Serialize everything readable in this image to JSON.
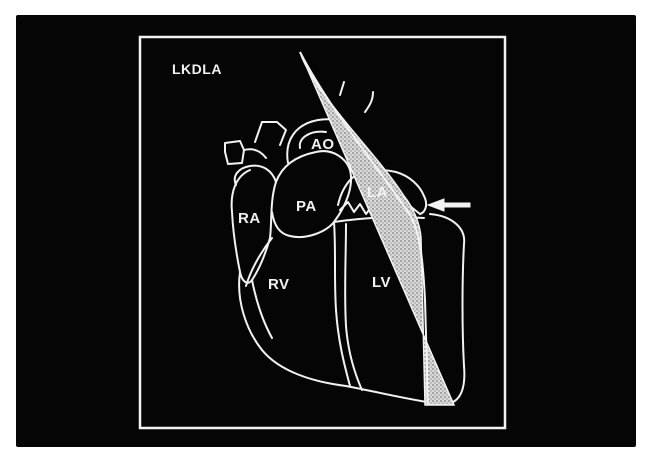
{
  "view_label": "LKDLA",
  "structures": {
    "ao": "AO",
    "la": "LA",
    "pa": "PA",
    "ra": "RA",
    "rv": "RV",
    "lv": "LV"
  },
  "colors": {
    "background": "#050505",
    "outline": "#f2f2f2",
    "page": "#ffffff"
  },
  "icons": {
    "arrow": "arrow-left-icon"
  }
}
